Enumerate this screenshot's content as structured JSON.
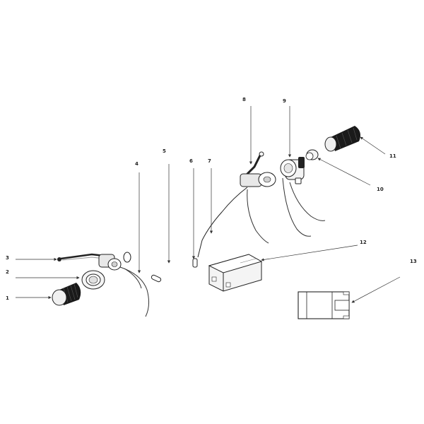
{
  "diagram": {
    "callouts": [
      {
        "id": "1",
        "label": "1"
      },
      {
        "id": "2",
        "label": "2"
      },
      {
        "id": "3",
        "label": "3"
      },
      {
        "id": "4",
        "label": "4"
      },
      {
        "id": "5",
        "label": "5"
      },
      {
        "id": "6",
        "label": "6"
      },
      {
        "id": "7",
        "label": "7"
      },
      {
        "id": "8",
        "label": "8"
      },
      {
        "id": "9",
        "label": "9"
      },
      {
        "id": "10",
        "label": "10"
      },
      {
        "id": "11",
        "label": "11"
      },
      {
        "id": "12",
        "label": "12"
      },
      {
        "id": "13",
        "label": "13"
      }
    ]
  },
  "colors": {
    "line": "#222222",
    "grip": "#1a1a1a",
    "fill_light": "#f4f4f4",
    "fill_mid": "#cfcfcf"
  }
}
